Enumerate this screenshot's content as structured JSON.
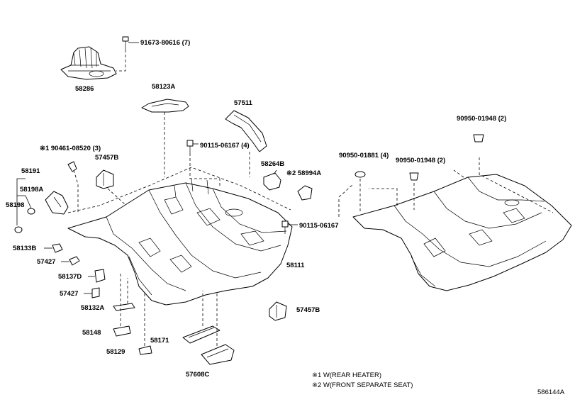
{
  "labels": {
    "p91673": "91673-80616 (7)",
    "p58286": "58286",
    "p58123A": "58123A",
    "p57511": "57511",
    "p90461": "※1 90461-08520 (3)",
    "p57457B_a": "57457B",
    "p90115a": "90115-06167 (4)",
    "p58264B": "58264B",
    "p58994A": "※2 58994A",
    "p58191": "58191",
    "p58198A": "58198A",
    "p58198": "58198",
    "p90115b": "90115-06167",
    "p58133B": "58133B",
    "p57427a": "57427",
    "p58137D": "58137D",
    "p57427b": "57427",
    "p58132A": "58132A",
    "p58111": "58111",
    "p57457B_b": "57457B",
    "p58148": "58148",
    "p58171": "58171",
    "p58129": "58129",
    "p57608C": "57608C",
    "p90950a": "90950-01948 (2)",
    "p90950b": "90950-01881 (4)",
    "p90950c": "90950-01948 (2)"
  },
  "notes": {
    "n1": "※1 W(REAR HEATER)",
    "n2": "※2 W(FRONT SEPARATE SEAT)"
  },
  "diagram_id": "586144A"
}
